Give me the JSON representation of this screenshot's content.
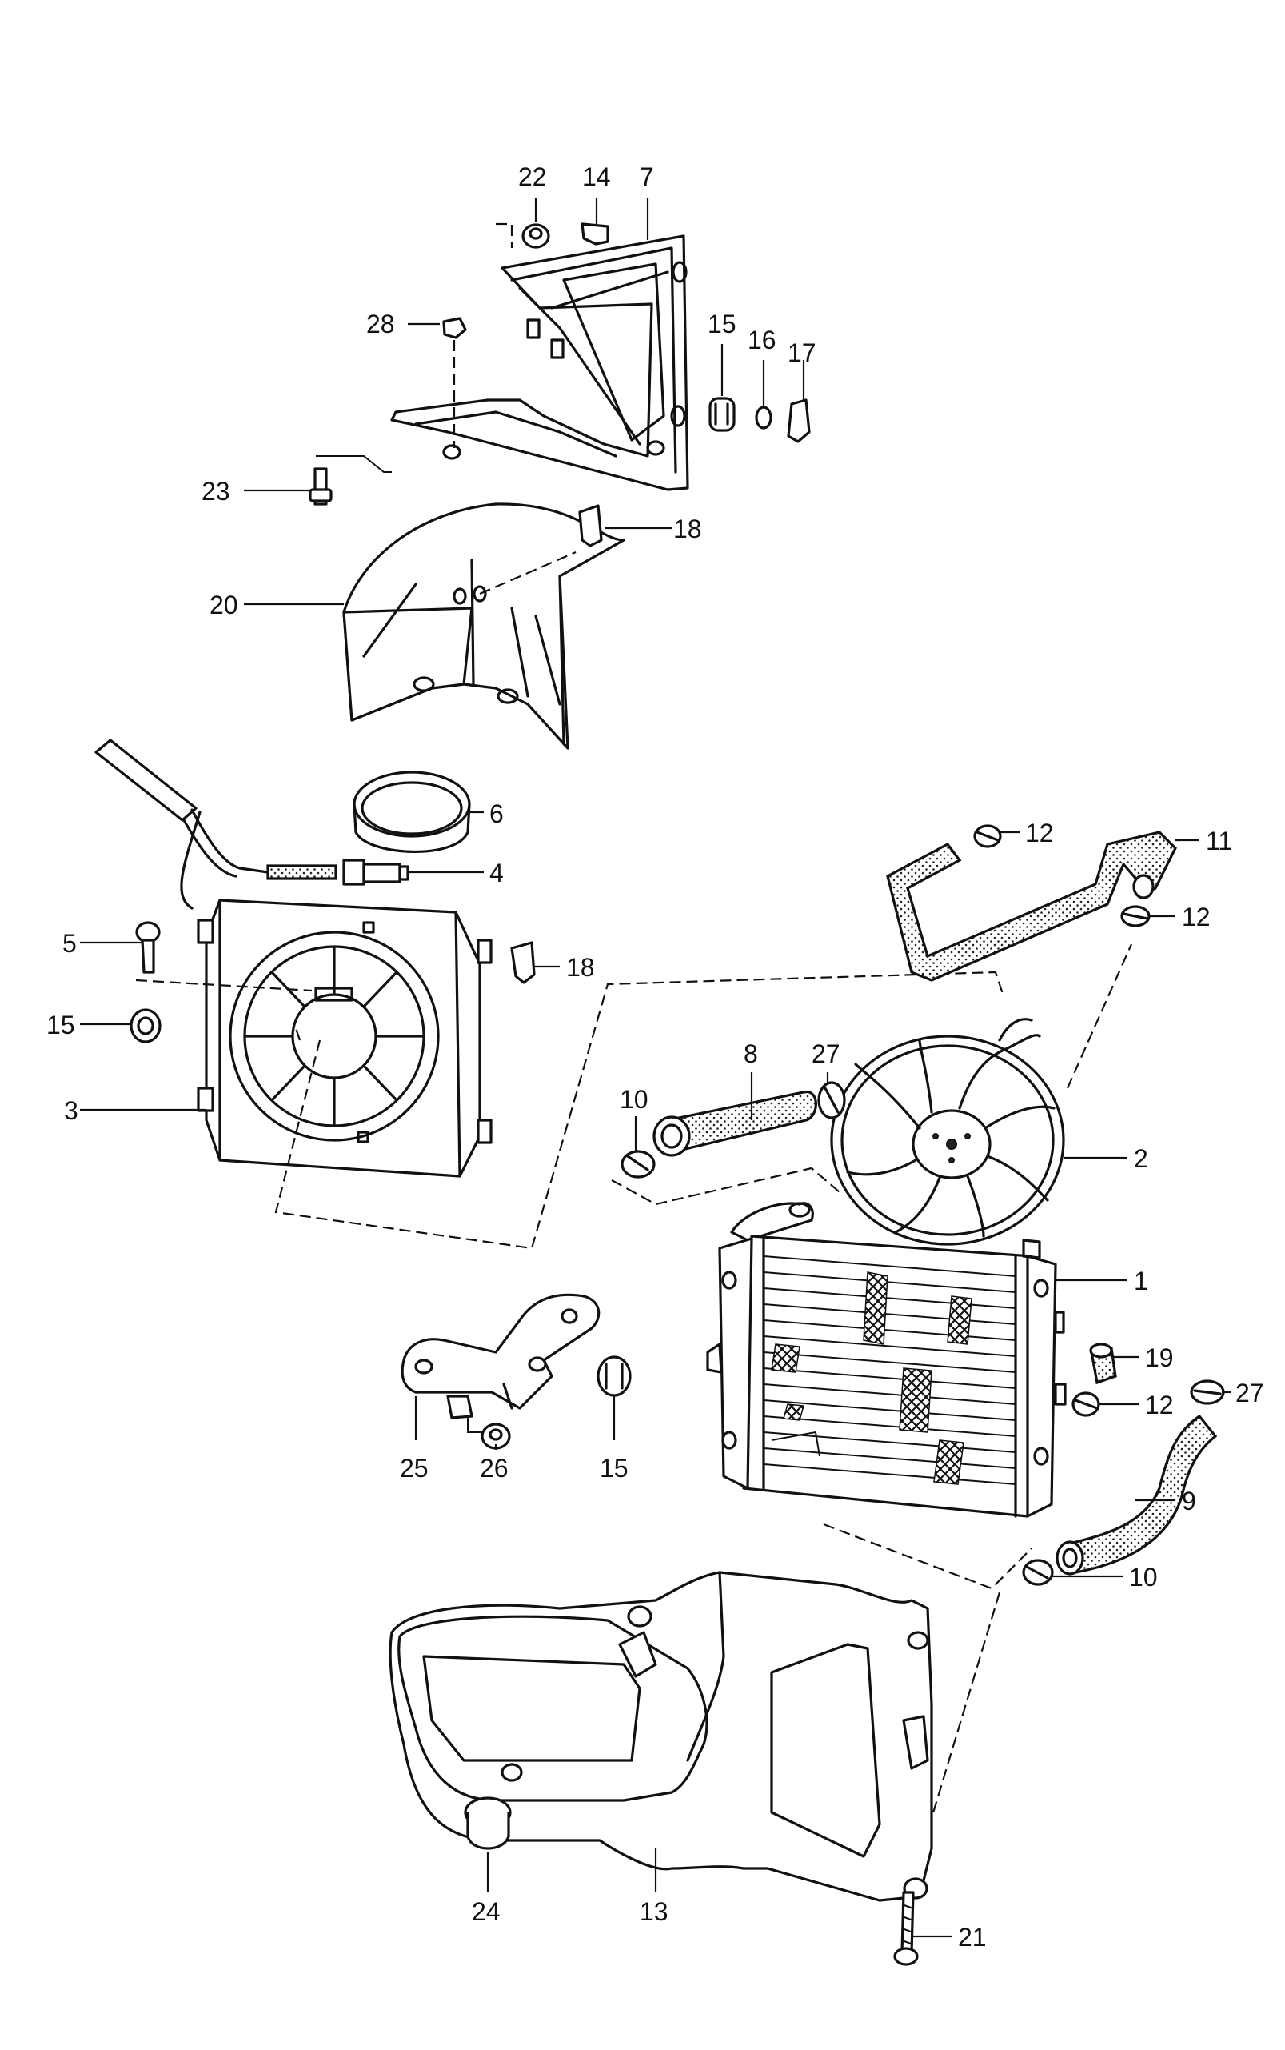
{
  "callouts": [
    {
      "id": "c22",
      "text": "22"
    },
    {
      "id": "c14",
      "text": "14"
    },
    {
      "id": "c7",
      "text": "7"
    },
    {
      "id": "c28",
      "text": "28"
    },
    {
      "id": "c15a",
      "text": "15"
    },
    {
      "id": "c16",
      "text": "16"
    },
    {
      "id": "c17",
      "text": "17"
    },
    {
      "id": "c23",
      "text": "23"
    },
    {
      "id": "c18a",
      "text": "18"
    },
    {
      "id": "c20",
      "text": "20"
    },
    {
      "id": "c6",
      "text": "6"
    },
    {
      "id": "c12a",
      "text": "12"
    },
    {
      "id": "c11",
      "text": "11"
    },
    {
      "id": "c4",
      "text": "4"
    },
    {
      "id": "c12b",
      "text": "12"
    },
    {
      "id": "c5",
      "text": "5"
    },
    {
      "id": "c18b",
      "text": "18"
    },
    {
      "id": "c15b",
      "text": "15"
    },
    {
      "id": "c8",
      "text": "8"
    },
    {
      "id": "c27a",
      "text": "27"
    },
    {
      "id": "c10a",
      "text": "10"
    },
    {
      "id": "c3",
      "text": "3"
    },
    {
      "id": "c2",
      "text": "2"
    },
    {
      "id": "c1",
      "text": "1"
    },
    {
      "id": "c19",
      "text": "19"
    },
    {
      "id": "c12c",
      "text": "12"
    },
    {
      "id": "c27b",
      "text": "27"
    },
    {
      "id": "c25",
      "text": "25"
    },
    {
      "id": "c26",
      "text": "26"
    },
    {
      "id": "c15c",
      "text": "15"
    },
    {
      "id": "c9",
      "text": "9"
    },
    {
      "id": "c10b",
      "text": "10"
    },
    {
      "id": "c24",
      "text": "24"
    },
    {
      "id": "c13",
      "text": "13"
    },
    {
      "id": "c21",
      "text": "21"
    }
  ]
}
